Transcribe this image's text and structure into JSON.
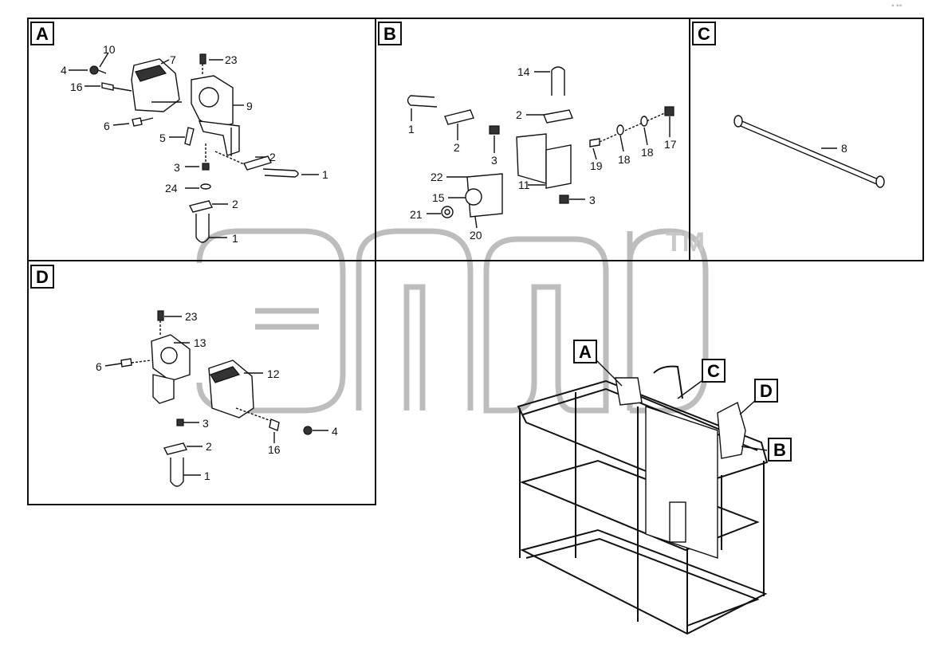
{
  "panels": {
    "A": "A",
    "B": "B",
    "C": "C",
    "D": "D"
  },
  "basket_callouts": {
    "A": "A",
    "B": "B",
    "C": "C",
    "D": "D"
  },
  "watermark": {
    "trademark": "TM"
  },
  "corner_mark": "° °°",
  "part_numbers": {
    "a": [
      "10",
      "7",
      "23",
      "4",
      "16",
      "9",
      "6",
      "5",
      "2",
      "3",
      "1",
      "24",
      "2",
      "1"
    ],
    "b": [
      "14",
      "2",
      "1",
      "2",
      "3",
      "19",
      "18",
      "18",
      "17",
      "22",
      "11",
      "15",
      "3",
      "21",
      "20"
    ],
    "c": [
      "8"
    ],
    "d": [
      "23",
      "13",
      "6",
      "12",
      "3",
      "16",
      "4",
      "2",
      "1"
    ]
  }
}
